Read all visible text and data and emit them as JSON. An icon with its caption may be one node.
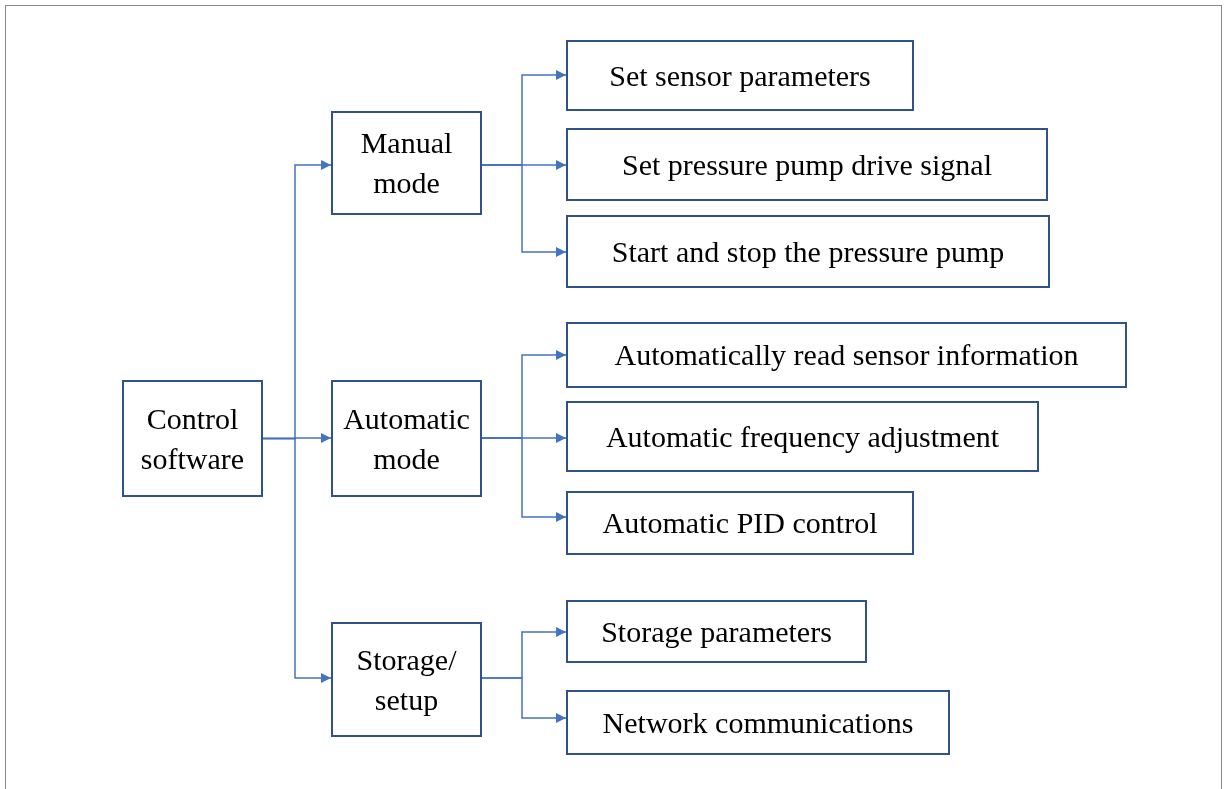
{
  "diagram": {
    "nodes": [
      {
        "text": [
          "Control software"
        ]
      },
      {
        "text": [
          "Manual mode"
        ]
      },
      {
        "text": [
          "Automatic mode"
        ]
      },
      {
        "text": [
          "Storage/ setup"
        ]
      },
      {
        "text": [
          "Set sensor parameters"
        ]
      },
      {
        "text": [
          "Set pressure pump drive signal"
        ]
      },
      {
        "text": [
          "Start and stop the pressure pump"
        ]
      },
      {
        "text": [
          "Automatically read sensor information"
        ]
      },
      {
        "text": [
          "Automatic frequency adjustment"
        ]
      },
      {
        "text": [
          "Automatic PID control"
        ]
      },
      {
        "text": [
          "Storage parameters"
        ]
      },
      {
        "text": [
          "Network communications"
        ]
      }
    ],
    "edges": [
      {
        "from": 0,
        "to": 1,
        "arrow": "to"
      },
      {
        "from": 0,
        "to": 2,
        "arrow": "to"
      },
      {
        "from": 0,
        "to": 3,
        "arrow": "to"
      },
      {
        "from": 1,
        "to": 4,
        "arrow": "to"
      },
      {
        "from": 1,
        "to": 5,
        "arrow": "to"
      },
      {
        "from": 1,
        "to": 6,
        "arrow": "to"
      },
      {
        "from": 2,
        "to": 7,
        "arrow": "to"
      },
      {
        "from": 2,
        "to": 8,
        "arrow": "to"
      },
      {
        "from": 2,
        "to": 9,
        "arrow": "to"
      },
      {
        "from": 3,
        "to": 10,
        "arrow": "to"
      },
      {
        "from": 3,
        "to": 11,
        "arrow": "to"
      }
    ]
  }
}
